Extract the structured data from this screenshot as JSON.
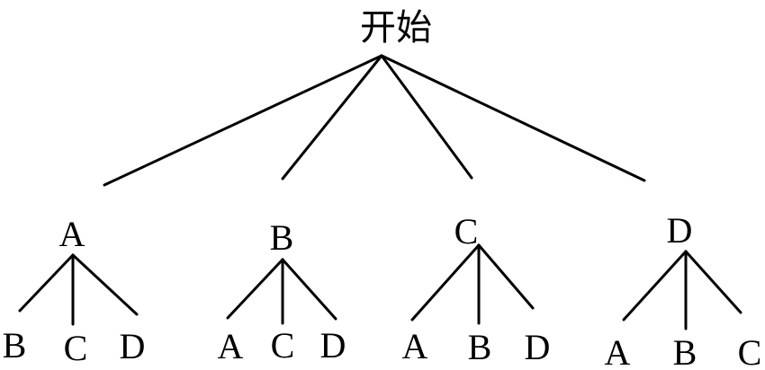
{
  "diagram": {
    "root": {
      "label": "开始"
    },
    "branches": [
      {
        "label": "A",
        "children": [
          "B",
          "C",
          "D"
        ]
      },
      {
        "label": "B",
        "children": [
          "A",
          "C",
          "D"
        ]
      },
      {
        "label": "C",
        "children": [
          "A",
          "B",
          "D"
        ]
      },
      {
        "label": "D",
        "children": [
          "A",
          "B",
          "C"
        ]
      }
    ]
  }
}
